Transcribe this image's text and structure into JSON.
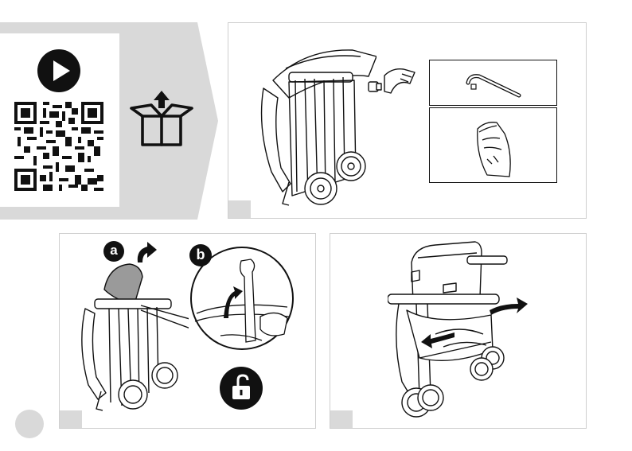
{
  "colors": {
    "accent_gray": "#d9d9d9",
    "ink": "#111111",
    "panel_border": "#cfcfcf"
  },
  "icons": {
    "video": "play-icon",
    "qr": "qr-code",
    "unbox": "open-box-arrow-icon",
    "unlock": "unlock-icon"
  },
  "callouts": {
    "a": "a",
    "b": "b"
  }
}
